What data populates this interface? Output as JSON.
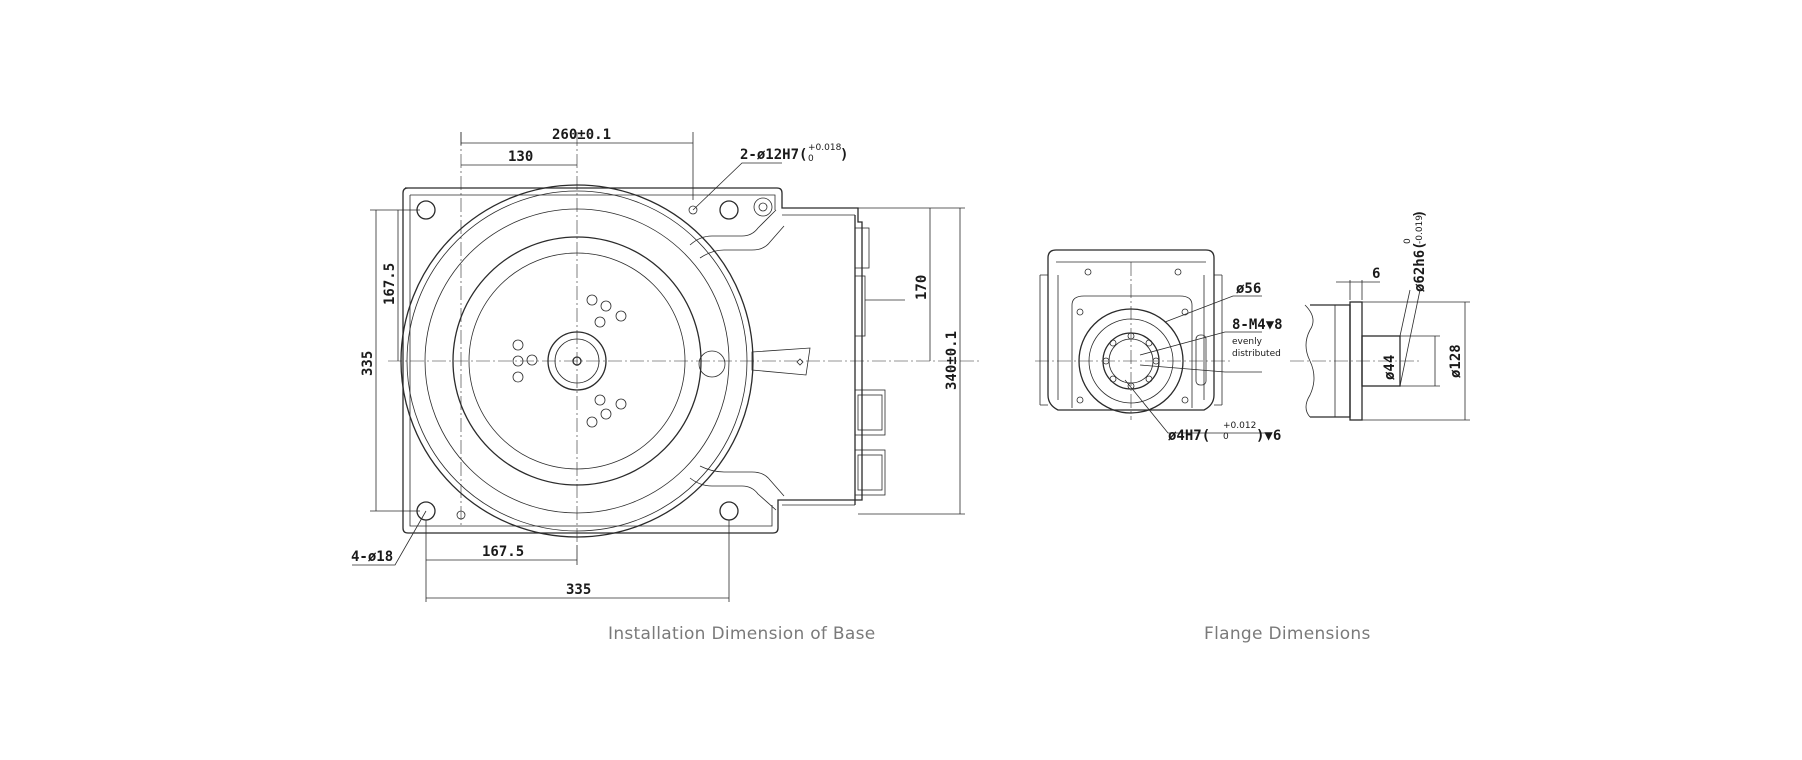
{
  "captions": {
    "base": "Installation Dimension of Base",
    "flange": "Flange Dimensions"
  },
  "base_dims": {
    "d260": "260±0.1",
    "d130": "130",
    "pin_holes": "2-ø12H7(",
    "pin_tol_upper": "+0.018",
    "pin_tol_lower": "0",
    "pin_close": ")",
    "d170": "170",
    "d340": "340±0.1",
    "d167_5_left": "167.5",
    "d335_left": "335",
    "holes": "4-ø18",
    "d167_5_bottom": "167.5",
    "d335_bottom": "335"
  },
  "flange_dims": {
    "d56": "ø56",
    "m4": "8-M4▼8",
    "evenly": "evenly",
    "distributed": "distributed",
    "pin": "ø4H7(",
    "pin_tol_upper": "+0.012",
    "pin_tol_lower": "0",
    "pin_depth": ")▼6",
    "d6": "6",
    "d62": "ø62h6(",
    "d62_tol_upper": "0",
    "d62_tol_lower": "-0.019",
    "d62_close": ")",
    "d44": "ø44",
    "d128": "ø128"
  }
}
